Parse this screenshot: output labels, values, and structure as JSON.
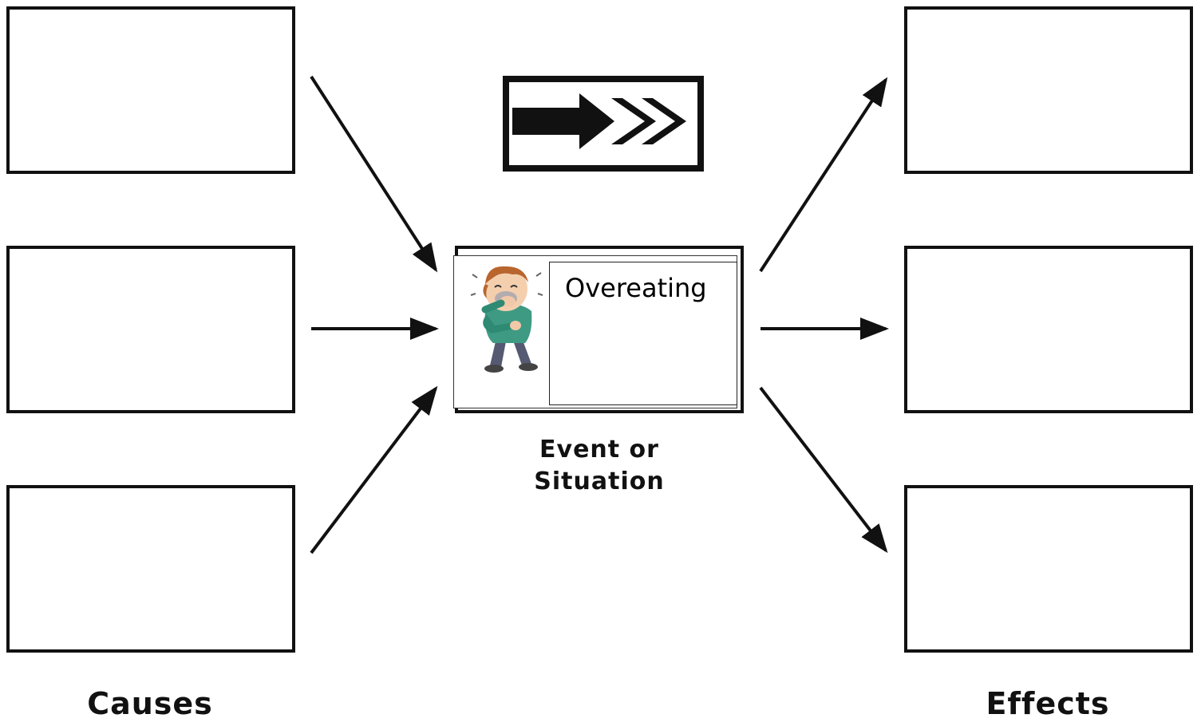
{
  "event": {
    "title": "Overeating",
    "caption_line1": "Event or",
    "caption_line2": "Situation"
  },
  "causes": {
    "label": "Causes",
    "boxes": [
      "",
      "",
      ""
    ]
  },
  "effects": {
    "label": "Effects",
    "boxes": [
      "",
      "",
      ""
    ]
  },
  "icons": {
    "sequence": "sequence-arrow-icon",
    "person": "sick-person-illustration"
  },
  "colors": {
    "stroke": "#111111",
    "background": "#ffffff"
  }
}
